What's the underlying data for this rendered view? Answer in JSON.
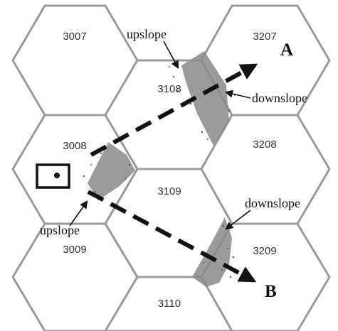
{
  "hexes": {
    "h3007": "3007",
    "h3108": "3108",
    "h3207": "3207",
    "h3008": "3008",
    "h3208": "3208",
    "h3109": "3109",
    "h3009": "3009",
    "h3209": "3209",
    "h3110": "3110"
  },
  "annotations": {
    "upslope_top": "upslope",
    "downslope_top": "downslope",
    "downslope_bottom": "downslope",
    "upslope_left": "upslope"
  },
  "arrow_labels": {
    "a": "A",
    "b": "B"
  }
}
